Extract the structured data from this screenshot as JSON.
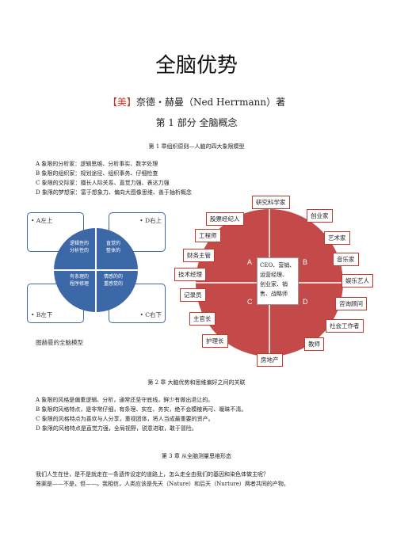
{
  "doc": {
    "title": "全脑优势",
    "subtitle_bracket": "【美】",
    "subtitle_rest": "奈德・赫曼（Ned Herrmann）著",
    "part": "第 1 部分  全脑概念"
  },
  "chapter1": {
    "heading": "第 1 章组织原则—人脑的四大象限模型",
    "lines": [
      "A 象限的分析家：逻辑思维、分析事实、数字处理",
      "B 象限的组织家：规划途径、组织事务、仔细检查",
      "C 象限的交际家：擅长人际关系、直觉力强、表达力强",
      "D 象限的梦想家：富于想象力、偏向大图像思维、善于抽析概念"
    ]
  },
  "left_diagram": {
    "labels": {
      "a": "• A左上",
      "d": "• D右上",
      "b": "• B左下",
      "c": "• C右下"
    },
    "quadrants": {
      "a": "逻辑性的\n分析性的\n",
      "d": "直觉的\n整体的",
      "b": "有条理的\n程序修理",
      "c": "情感的的\n重感觉的"
    },
    "caption": "图赫曼的全脑模型"
  },
  "right_diagram": {
    "letters": {
      "a": "A",
      "b": "B",
      "c": "C",
      "d": "D"
    },
    "center": [
      "CEO、营销、",
      "运营经理、",
      "创业家、销",
      "售、战略师"
    ],
    "roles": {
      "researcher": "研究科学家",
      "entrepreneur": "创业家",
      "stockbroker": "股票经纪人",
      "engineer": "工程师",
      "artist": "艺术家",
      "finance": "财务主管",
      "musician": "音乐家",
      "tech_manager": "技术经理",
      "entertainer": "娱乐艺人",
      "recorder": "记录员",
      "consultant": "咨询顾问",
      "chef": "主官长",
      "social_worker": "社会工作者",
      "nurse": "护理长",
      "teacher": "教师",
      "realestate": "房地产"
    }
  },
  "chapter2": {
    "heading": "第 2 章  大脑优势和思维偏好之间的关联",
    "lines": [
      "A 象限的风格是偏重逻辑、分析，通常还坚守底线，鲜少有做出退让的。",
      "B 象限的风格特点，是非常仔细，有条理、实在、务实，绝不会模棱两可、暧昧不清。",
      "C 象限的风格特点为喜欢与人分享，重视团体，将人当成最重要的资产。",
      "D 象限的风格特点是直觉力强，全局视野，锐意进取，敢于冒险。"
    ]
  },
  "chapter3": {
    "heading": "第 3 章  从全脑测量思维形态",
    "lines": [
      "我们人生在世，是不是就走在一条遗传设定的道路上，怎么走全由我们的基因和染色体做主呢？",
      "答案是——不是，但——。我相信，人类应该是先天（Nature）和后天（Nurture）两者共同的产物。"
    ]
  },
  "colors": {
    "accent_red": "#c0392b",
    "quad_blue": "#3d68a8",
    "circle_red": "#c44a4a"
  }
}
